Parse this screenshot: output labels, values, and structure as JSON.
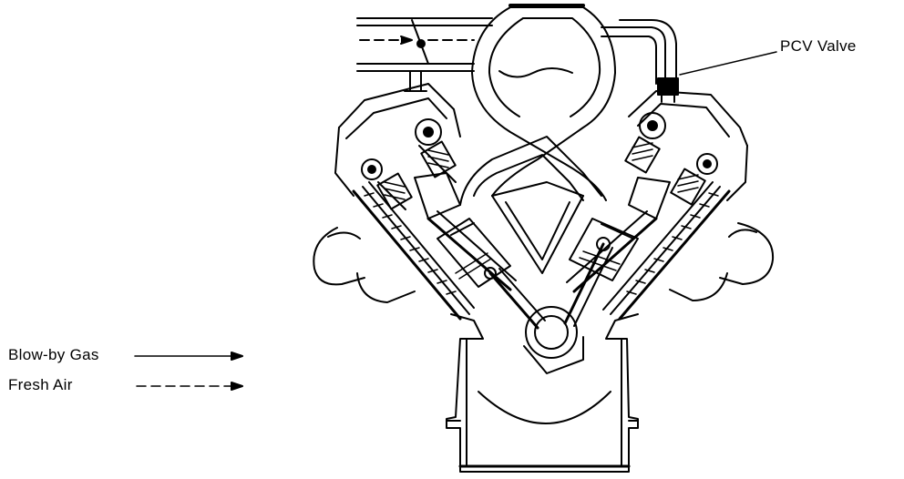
{
  "labels": {
    "pcv_valve": "PCV Valve",
    "blow_by_gas": "Blow-by Gas",
    "fresh_air": "Fresh Air"
  },
  "legend": [
    {
      "name": "Blow-by Gas",
      "line": "solid"
    },
    {
      "name": "Fresh Air",
      "line": "dashed"
    }
  ],
  "colors": {
    "ink": "#000000",
    "paper": "#ffffff"
  }
}
